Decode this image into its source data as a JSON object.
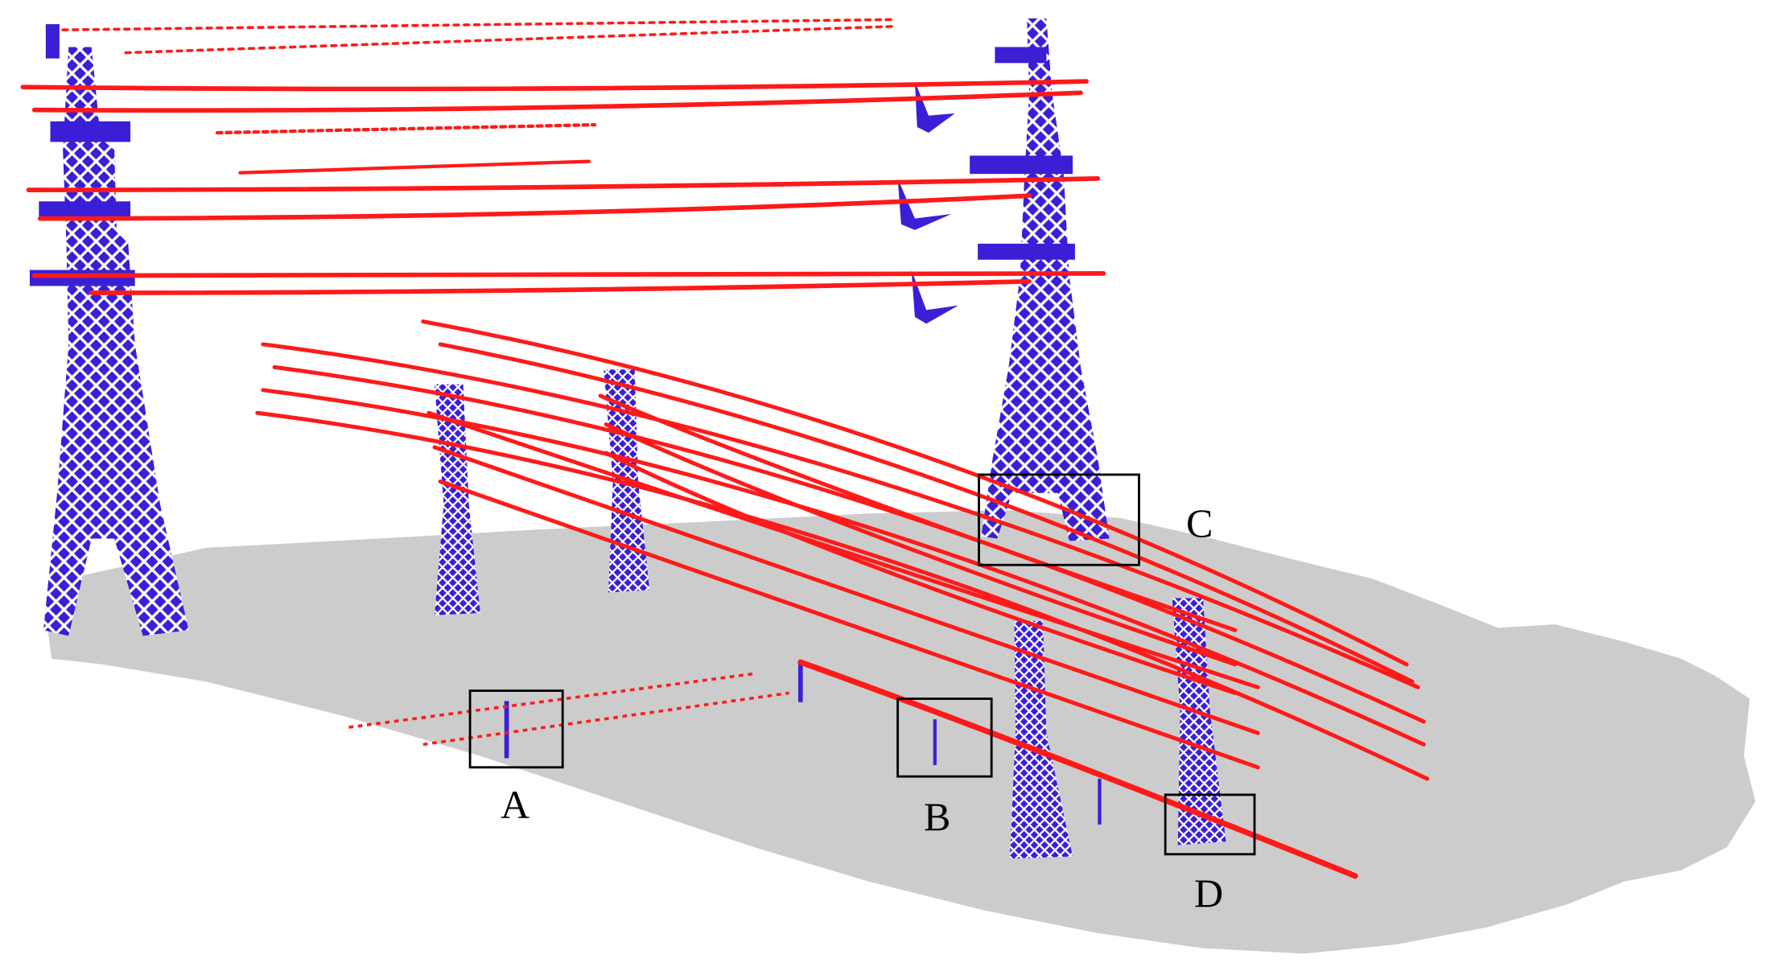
{
  "scene": {
    "colors": {
      "ground": "#cccccc",
      "tower": "#3a1fd6",
      "powerline": "#ff1a1a",
      "box": "#000000"
    },
    "regions": [
      {
        "id": "A",
        "label": "A"
      },
      {
        "id": "B",
        "label": "B"
      },
      {
        "id": "C",
        "label": "C"
      },
      {
        "id": "D",
        "label": "D"
      }
    ]
  }
}
